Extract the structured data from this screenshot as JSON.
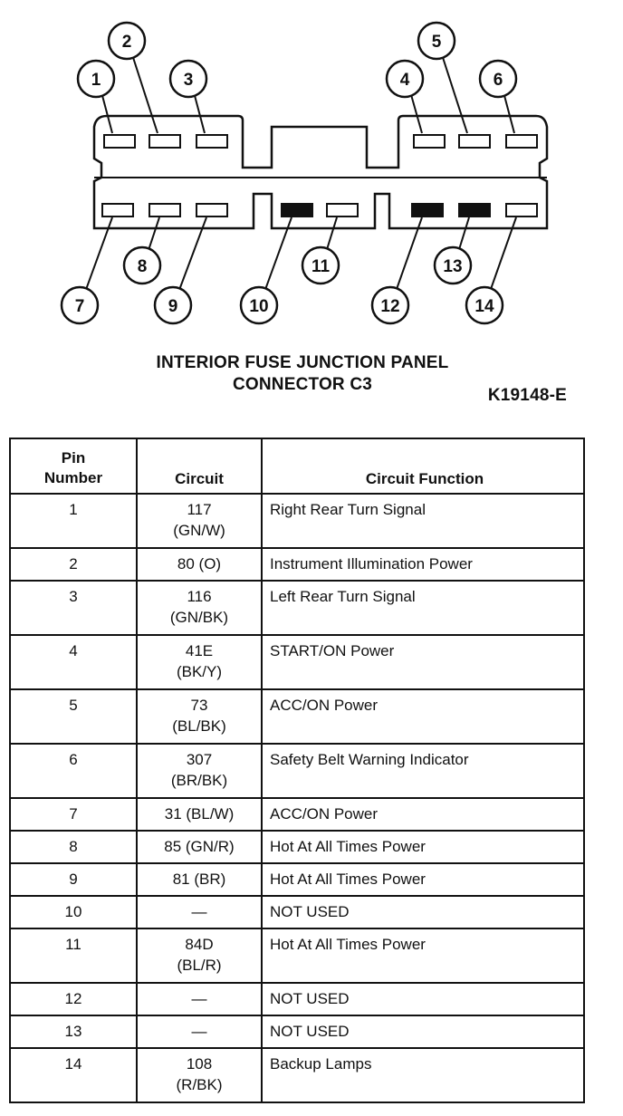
{
  "connector": {
    "pin_callouts": [
      "1",
      "2",
      "3",
      "4",
      "5",
      "6",
      "7",
      "8",
      "9",
      "10",
      "11",
      "12",
      "13",
      "14"
    ],
    "filled_cavities": [
      "10",
      "12",
      "13"
    ]
  },
  "caption": {
    "line1": "INTERIOR FUSE JUNCTION PANEL",
    "line2": "CONNECTOR C3",
    "figure_id": "K19148-E"
  },
  "table": {
    "headers": {
      "pin_line1": "Pin",
      "pin_line2": "Number",
      "circuit": "Circuit",
      "function": "Circuit Function"
    },
    "rows": [
      {
        "pin": "1",
        "circuit": "117",
        "color": "(GN/W)",
        "function": "Right Rear Turn Signal"
      },
      {
        "pin": "2",
        "circuit": "80 (O)",
        "color": "",
        "function": "Instrument Illumination Power"
      },
      {
        "pin": "3",
        "circuit": "116",
        "color": "(GN/BK)",
        "function": "Left Rear Turn Signal"
      },
      {
        "pin": "4",
        "circuit": "41E",
        "color": "(BK/Y)",
        "function": "START/ON Power"
      },
      {
        "pin": "5",
        "circuit": "73",
        "color": "(BL/BK)",
        "function": "ACC/ON Power"
      },
      {
        "pin": "6",
        "circuit": "307",
        "color": "(BR/BK)",
        "function": "Safety Belt Warning Indicator"
      },
      {
        "pin": "7",
        "circuit": "31 (BL/W)",
        "color": "",
        "function": "ACC/ON Power"
      },
      {
        "pin": "8",
        "circuit": "85 (GN/R)",
        "color": "",
        "function": "Hot At All Times Power"
      },
      {
        "pin": "9",
        "circuit": "81 (BR)",
        "color": "",
        "function": "Hot At All Times Power"
      },
      {
        "pin": "10",
        "circuit": "—",
        "color": "",
        "function": "NOT USED"
      },
      {
        "pin": "11",
        "circuit": "84D",
        "color": "(BL/R)",
        "function": "Hot At All Times Power"
      },
      {
        "pin": "12",
        "circuit": "—",
        "color": "",
        "function": "NOT USED"
      },
      {
        "pin": "13",
        "circuit": "—",
        "color": "",
        "function": "NOT USED"
      },
      {
        "pin": "14",
        "circuit": "108",
        "color": "(R/BK)",
        "function": "Backup Lamps"
      }
    ]
  }
}
